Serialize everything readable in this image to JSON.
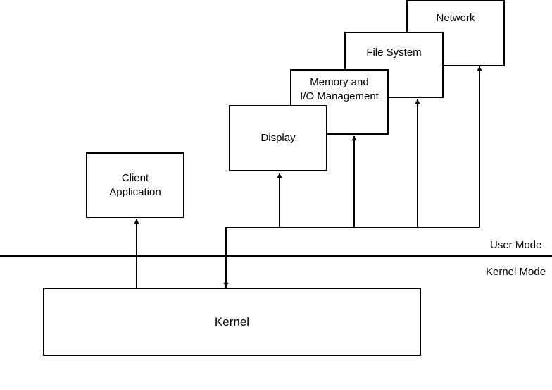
{
  "diagram": {
    "boxes": {
      "network": "Network",
      "file_system": "File System",
      "memory_line1": "Memory and",
      "memory_line2": "I/O Management",
      "display": "Display",
      "client_line1": "Client",
      "client_line2": "Application",
      "kernel": "Kernel"
    },
    "modes": {
      "user": "User Mode",
      "kernel": "Kernel Mode"
    }
  },
  "colors": {
    "stroke": "#000000",
    "background": "#ffffff"
  }
}
